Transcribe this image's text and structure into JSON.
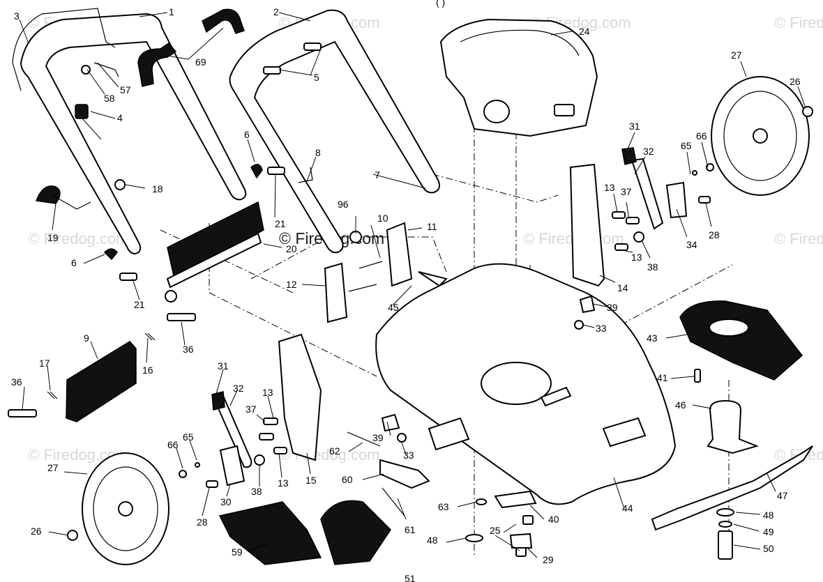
{
  "header": {
    "title_fragment": "(         )"
  },
  "watermarks": {
    "text": "© Firedog.com"
  },
  "labels": [
    {
      "id": "1",
      "text": "1"
    },
    {
      "id": "2",
      "text": "2"
    },
    {
      "id": "3",
      "text": "3"
    },
    {
      "id": "4",
      "text": "4"
    },
    {
      "id": "5",
      "text": "5"
    },
    {
      "id": "6a",
      "text": "6"
    },
    {
      "id": "6b",
      "text": "6"
    },
    {
      "id": "7",
      "text": "7"
    },
    {
      "id": "8",
      "text": "8"
    },
    {
      "id": "9",
      "text": "9"
    },
    {
      "id": "10",
      "text": "10"
    },
    {
      "id": "11",
      "text": "11"
    },
    {
      "id": "12",
      "text": "12"
    },
    {
      "id": "13a",
      "text": "13"
    },
    {
      "id": "13b",
      "text": "13"
    },
    {
      "id": "13c",
      "text": "13"
    },
    {
      "id": "13d",
      "text": "13"
    },
    {
      "id": "14",
      "text": "14"
    },
    {
      "id": "15",
      "text": "15"
    },
    {
      "id": "16",
      "text": "16"
    },
    {
      "id": "17",
      "text": "17"
    },
    {
      "id": "18",
      "text": "18"
    },
    {
      "id": "19",
      "text": "19"
    },
    {
      "id": "20",
      "text": "20"
    },
    {
      "id": "21a",
      "text": "21"
    },
    {
      "id": "21b",
      "text": "21"
    },
    {
      "id": "24",
      "text": "24"
    },
    {
      "id": "25",
      "text": "25"
    },
    {
      "id": "26a",
      "text": "26"
    },
    {
      "id": "26b",
      "text": "26"
    },
    {
      "id": "27a",
      "text": "27"
    },
    {
      "id": "27b",
      "text": "27"
    },
    {
      "id": "28a",
      "text": "28"
    },
    {
      "id": "28b",
      "text": "28"
    },
    {
      "id": "29",
      "text": "29"
    },
    {
      "id": "30",
      "text": "30"
    },
    {
      "id": "31a",
      "text": "31"
    },
    {
      "id": "31b",
      "text": "31"
    },
    {
      "id": "32a",
      "text": "32"
    },
    {
      "id": "32b",
      "text": "32"
    },
    {
      "id": "33a",
      "text": "33"
    },
    {
      "id": "33b",
      "text": "33"
    },
    {
      "id": "34",
      "text": "34"
    },
    {
      "id": "36a",
      "text": "36"
    },
    {
      "id": "36b",
      "text": "36"
    },
    {
      "id": "37a",
      "text": "37"
    },
    {
      "id": "37b",
      "text": "37"
    },
    {
      "id": "38a",
      "text": "38"
    },
    {
      "id": "38b",
      "text": "38"
    },
    {
      "id": "39a",
      "text": "39"
    },
    {
      "id": "39b",
      "text": "39"
    },
    {
      "id": "40",
      "text": "40"
    },
    {
      "id": "41",
      "text": "41"
    },
    {
      "id": "43",
      "text": "43"
    },
    {
      "id": "44",
      "text": "44"
    },
    {
      "id": "45",
      "text": "45"
    },
    {
      "id": "46",
      "text": "46"
    },
    {
      "id": "47",
      "text": "47"
    },
    {
      "id": "48a",
      "text": "48"
    },
    {
      "id": "48b",
      "text": "48"
    },
    {
      "id": "49",
      "text": "49"
    },
    {
      "id": "50",
      "text": "50"
    },
    {
      "id": "57",
      "text": "57"
    },
    {
      "id": "58",
      "text": "58"
    },
    {
      "id": "59",
      "text": "59"
    },
    {
      "id": "60",
      "text": "60"
    },
    {
      "id": "61",
      "text": "61"
    },
    {
      "id": "62",
      "text": "62"
    },
    {
      "id": "63",
      "text": "63"
    },
    {
      "id": "65a",
      "text": "65"
    },
    {
      "id": "65b",
      "text": "65"
    },
    {
      "id": "66a",
      "text": "66"
    },
    {
      "id": "66b",
      "text": "66"
    },
    {
      "id": "69",
      "text": "69"
    },
    {
      "id": "96",
      "text": "96"
    },
    {
      "id": "bottom",
      "text": "51"
    }
  ]
}
